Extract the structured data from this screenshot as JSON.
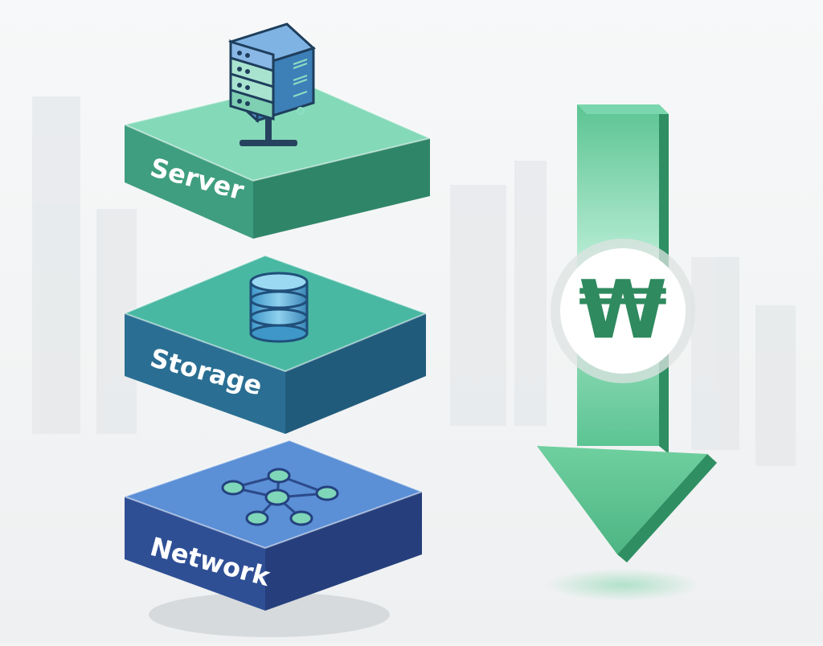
{
  "layers": [
    {
      "label": "Server",
      "icon": "server-icon",
      "colors": {
        "top": "#84d9b9",
        "left": "#3f9e7f",
        "right": "#2f8568"
      }
    },
    {
      "label": "Storage",
      "icon": "database-icon",
      "colors": {
        "top": "#49b8a3",
        "left": "#2a6f93",
        "right": "#215b7c"
      }
    },
    {
      "label": "Network",
      "icon": "network-icon",
      "colors": {
        "top": "#5b8fd6",
        "left": "#2f4f95",
        "right": "#263f7c"
      }
    }
  ],
  "arrow": {
    "symbol": "₩",
    "direction": "down",
    "colors": {
      "light": "#a3e4c7",
      "mid": "#5cc493",
      "dark": "#3aa574",
      "symbol": "#2f8a5f"
    }
  }
}
